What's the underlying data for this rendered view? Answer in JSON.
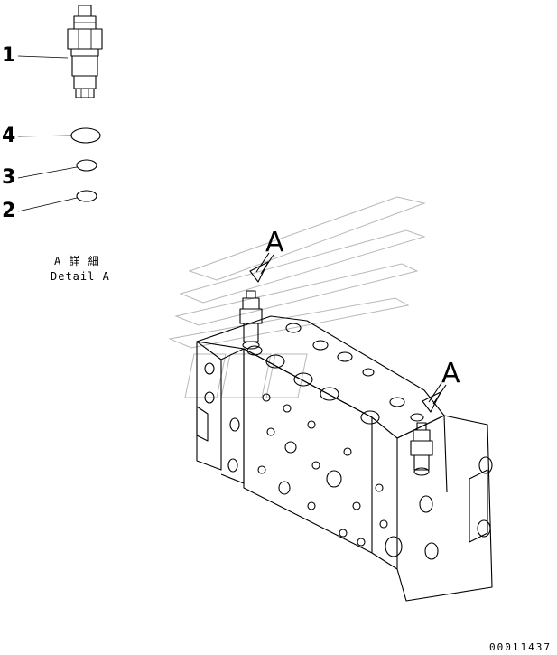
{
  "callouts": [
    {
      "id": "1",
      "label": "1"
    },
    {
      "id": "4",
      "label": "4"
    },
    {
      "id": "3",
      "label": "3"
    },
    {
      "id": "2",
      "label": "2"
    }
  ],
  "detail": {
    "title_jp": "A 詳 細",
    "title_en": "Detail A"
  },
  "view_marks": [
    "A",
    "A"
  ],
  "drawing_number": "00011437",
  "colors": {
    "line": "#000000",
    "watermark": "#b8b8b8",
    "background": "#ffffff"
  }
}
